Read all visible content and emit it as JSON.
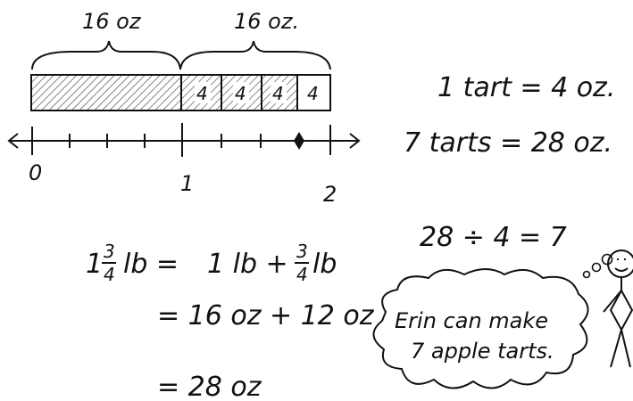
{
  "tape": {
    "left_label": "16 oz",
    "right_label": "16 oz.",
    "cells": [
      "4",
      "4",
      "4",
      "4"
    ]
  },
  "number_line": {
    "ticks": [
      "0",
      "1",
      "2"
    ]
  },
  "facts": {
    "line1": "1 tart = 4 oz.",
    "line2": "7 tarts = 28 oz."
  },
  "division": "28 ÷ 4 = 7",
  "work": {
    "line1_whole": "1",
    "line1_num": "3",
    "line1_den": "4",
    "line1_unit": "lb =",
    "line1_mid": "1 lb  +",
    "line1_num2": "3",
    "line1_den2": "4",
    "line1_unit2": "lb",
    "line2": "= 16 oz + 12 oz",
    "line3": "= 28 oz"
  },
  "thought": {
    "line1": "Erin can make",
    "line2": "7 apple tarts."
  },
  "colors": {
    "ink": "#111111",
    "hatch": "#555555"
  }
}
